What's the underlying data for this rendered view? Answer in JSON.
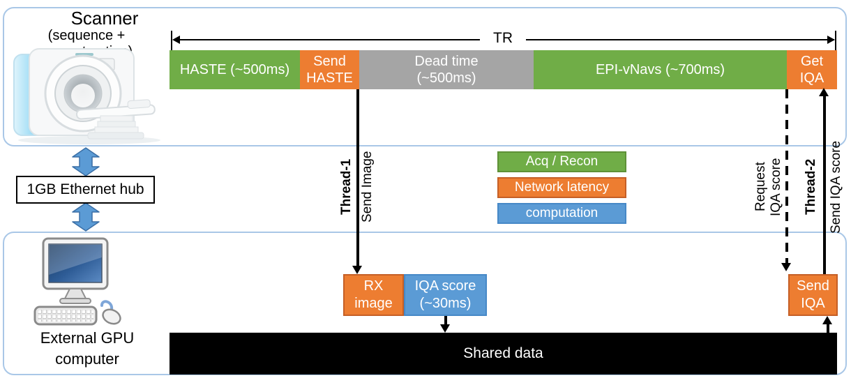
{
  "scanner": {
    "title": "Scanner",
    "subtitle": "(sequence + reconstruction)"
  },
  "tr": {
    "label": "TR"
  },
  "timeline": {
    "segments": [
      {
        "label": "HASTE (~500ms)",
        "type": "acq-recon",
        "color": "#70AD47"
      },
      {
        "label": "Send\nHASTE",
        "type": "network-latency",
        "color": "#ED7D31"
      },
      {
        "label": "Dead time\n(~500ms)",
        "type": "dead-time",
        "color": "#A5A5A5"
      },
      {
        "label": "EPI-vNavs (~700ms)",
        "type": "acq-recon",
        "color": "#70AD47"
      },
      {
        "label": "Get\nIQA",
        "type": "network-latency",
        "color": "#ED7D31"
      }
    ]
  },
  "hub": {
    "label": "1GB Ethernet hub"
  },
  "legend": {
    "items": [
      {
        "label": "Acq / Recon",
        "color": "#70AD47"
      },
      {
        "label": "Network latency",
        "color": "#ED7D31"
      },
      {
        "label": "computation",
        "color": "#5B9BD5"
      }
    ]
  },
  "flows": {
    "thread1_name": "Thread-1",
    "thread1_action": "Send Image",
    "request_label": "Request\nIQA score",
    "thread2_name": "Thread-2",
    "thread2_action": "Send IQA score"
  },
  "gpu": {
    "label": "External GPU\ncomputer",
    "rx_box": "RX\nimage",
    "iqa_box": "IQA score\n(~30ms)",
    "send_iqa_box": "Send\nIQA"
  },
  "shared": {
    "label": "Shared data"
  },
  "colors": {
    "acq_recon_green": "#70AD47",
    "network_orange": "#ED7D31",
    "dead_time_gray": "#A5A5A5",
    "computation_blue": "#5B9BD5",
    "panel_border_blue": "#A9C7E7",
    "ethernet_arrow_blue": "#5B9BD5"
  }
}
